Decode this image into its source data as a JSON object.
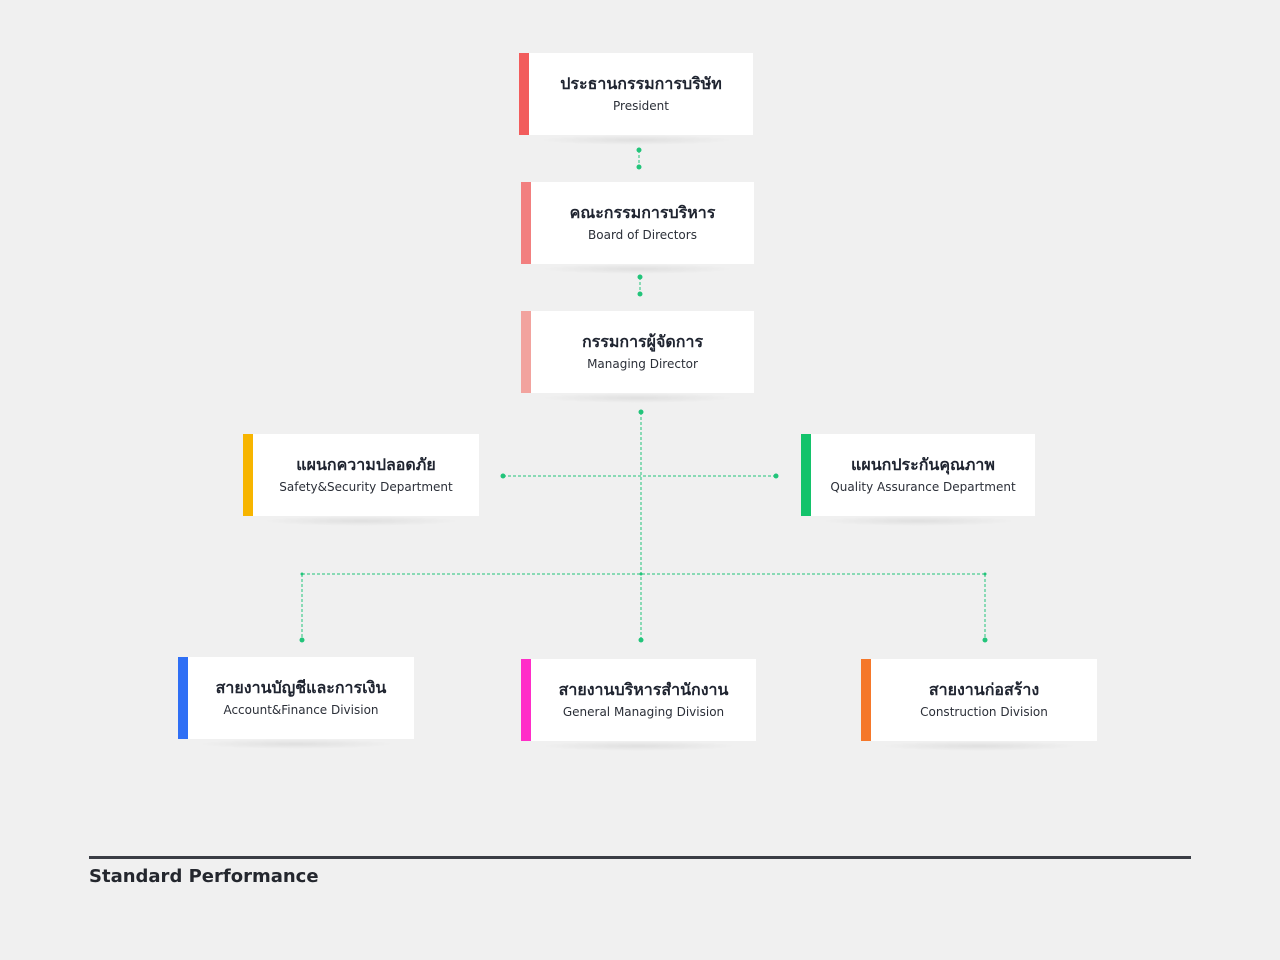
{
  "colors": {
    "background": "#f0f0f0",
    "connector": "#22c47a",
    "president": "#f25c5c",
    "board": "#f27f7f",
    "managing": "#f2a39e",
    "safety": "#f7b500",
    "quality": "#13c36b",
    "account": "#2f6ff5",
    "general": "#ff2dc8",
    "construction": "#f5782a"
  },
  "nodes": {
    "president": {
      "th": "ประธานกรรมการบริษัท",
      "en": "President"
    },
    "board": {
      "th": "คณะกรรมการบริหาร",
      "en": "Board of Directors"
    },
    "managing": {
      "th": "กรรมการผู้จัดการ",
      "en": "Managing Director"
    },
    "safety": {
      "th": "แผนกความปลอดภัย",
      "en": "Safety&Security Department"
    },
    "quality": {
      "th": "แผนกประกันคุณภาพ",
      "en": "Quality Assurance Department"
    },
    "account": {
      "th": "สายงานบัญชีและการเงิน",
      "en": "Account&Finance Division"
    },
    "general": {
      "th": "สายงานบริหารสำนักงาน",
      "en": "General Managing Division"
    },
    "construction": {
      "th": "สายงานก่อสร้าง",
      "en": "Construction Division"
    }
  },
  "footer": {
    "company": "Standard Performance"
  }
}
